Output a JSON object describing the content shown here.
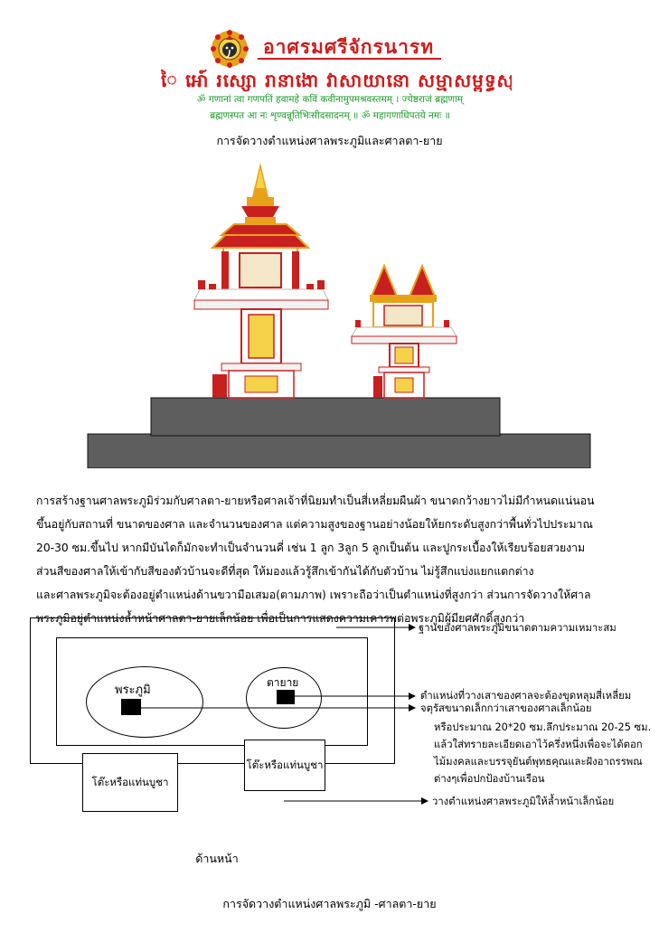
{
  "header": {
    "ashram_name": "อาศรมศรีจักรนารท",
    "khmer_verse": "ៃ អោ៍ រស្សោ រានាងោ វាសាយានោ សម្មាសម្ពុទ្ធស្ស",
    "mantra_line_1": "ॐ गणानां त्वा गणपतिं हवामहे कविं कवीनामुपमश्रवस्तमम् । ज्येष्ठराजं ब्रह्मणाम्",
    "mantra_line_2": "ब्रह्मणस्पत आ नः शृण्वन्नूतिभिःसीदसादनम् ॥ ॐ महागणाधिपतये नमः ॥",
    "section_title": "การจัดวางตำแหน่งศาลพระภูมิและศาลตา-ยาย"
  },
  "article": {
    "lines": [
      "การสร้างฐานศาลพระภูมิร่วมกับศาลตา-ยายหรือศาลเจ้าที่นิยมทำเป็นสี่เหลี่ยมผืนผ้า  ขนาดกว้างยาวไม่มีกำหนดแน่นอน",
      "ขึ้นอยู่กับสถานที่  ขนาดของศาล  และจำนวนของศาล  แต่ความสูงของฐานอย่างน้อยให้ยกระดับสูงกว่าพื้นทั่วไปประมาณ",
      "   20-30  ซม.ขึ้นไป  หากมีบันไดก็มักจะทำเป็นจำนวนคี่  เช่น  1  ลูก  3ลูก  5  ลูกเป็นต้น  และปูกระเบื้องให้เรียบร้อยสวยงาม",
      "ส่วนสีของศาลให้เข้ากับสีของตัวบ้านจะดีที่สุด  ให้มองแล้วรู้สึกเข้ากันได้กับตัวบ้าน  ไม่รู้สึกแบ่งแยกแตกต่าง",
      "และศาลพระภูมิจะต้องอยู่ตำแหน่งด้านขวามือเสมอ(ตามภาพ)  เพราะถือว่าเป็นตำแหน่งที่สูงกว่า  ส่วนการจัดวางให้ศาล",
      "พระภูมิอยู่ตำแหน่งล้ำหน้าศาลตา-ยายเล็กน้อย  เพื่อเป็นการแสดงความเคารพต่อพระภูมิผู้มียศศักดิ์สูงกว่า"
    ]
  },
  "diagram": {
    "label_phra_phum": "พระภูมิ",
    "label_ta_yai": "ตายาย",
    "table_left": "โต๊ะหรือแท่นบูชา",
    "table_right": "โต๊ะหรือแท่นบูชา",
    "front_label": "ด้านหน้า",
    "annotations": [
      "ฐานของศาลพระภูมิขนาดตามความเหมาะสม",
      "ตำแหน่งที่วางเสาของศาลจะต้องขุดหลุมสี่เหลี่ยม",
      "จตุรัสขนาดเล็กกว่าเสาของศาลเล็กน้อย",
      "หรือประมาณ  20*20  ซม.ลึกประมาณ  20-25  ซม.",
      "แล้วใส่ทรายละเอียดเอาไว้ครึ่งหนึ่งเพื่อจะได้ตอก",
      "ไม้มงคลและบรรจุยันต์พุทธคุณและฝังอาถรรพณ",
      "ต่างๆเพื่อปกป้องบ้านเรือน",
      "วางตำแหน่งศาลพระภูมิให้ล้ำหน้าเล็กน้อย"
    ]
  },
  "caption": "การจัดวางตำแหน่งศาลพระภูมิ  -ศาลตา-ยาย",
  "colors": {
    "title_red": "#d01b1b",
    "mantra_green": "#1f9b2c",
    "shrine_gold": "#e8a21a",
    "shrine_red": "#c8201e",
    "platform_gray": "#5e5e5e"
  }
}
